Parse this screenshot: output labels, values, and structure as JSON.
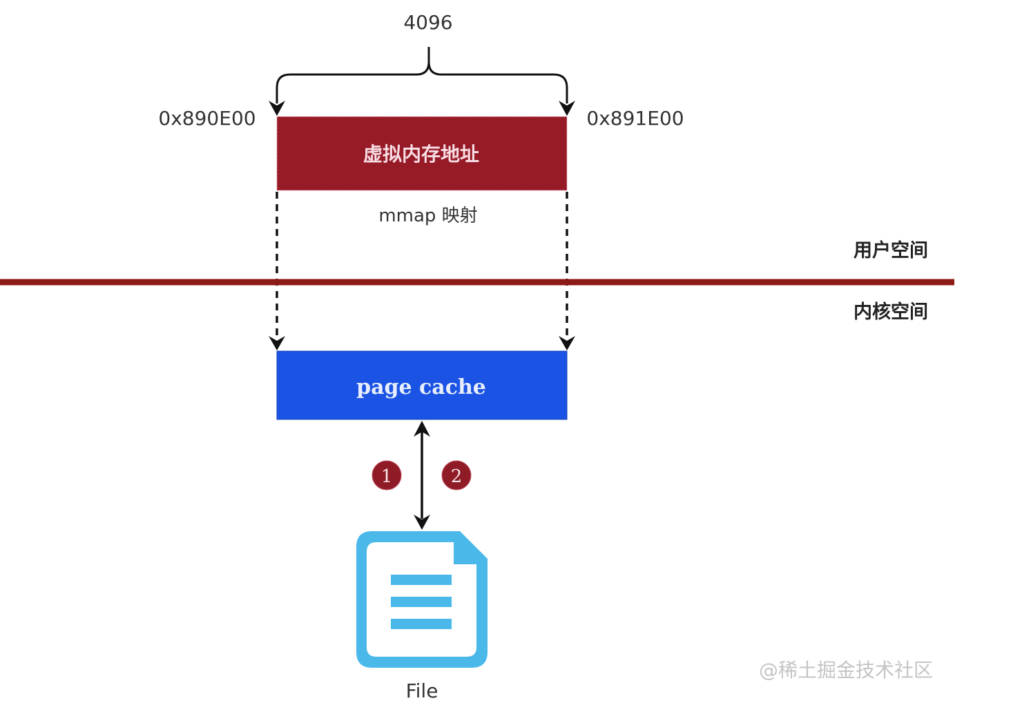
{
  "size_label": "4096",
  "addresses": {
    "start": "0x890E00",
    "end": "0x891E00"
  },
  "virtual_memory_box": {
    "label": "虚拟内存地址",
    "color": "#961b27"
  },
  "mapping_label": "mmap 映射",
  "space_divider": {
    "user_space_label": "用户空间",
    "kernel_space_label": "内核空间",
    "color": "#8e1a17"
  },
  "page_cache_box": {
    "label": "page cache",
    "color": "#1b54e4"
  },
  "steps": [
    {
      "number": "1",
      "color": "#8e1b26"
    },
    {
      "number": "2",
      "color": "#8e1b26"
    }
  ],
  "file": {
    "label": "File",
    "icon": "file-document-icon",
    "color": "#4bb8ea"
  },
  "watermark": "@稀土掘金技术社区"
}
